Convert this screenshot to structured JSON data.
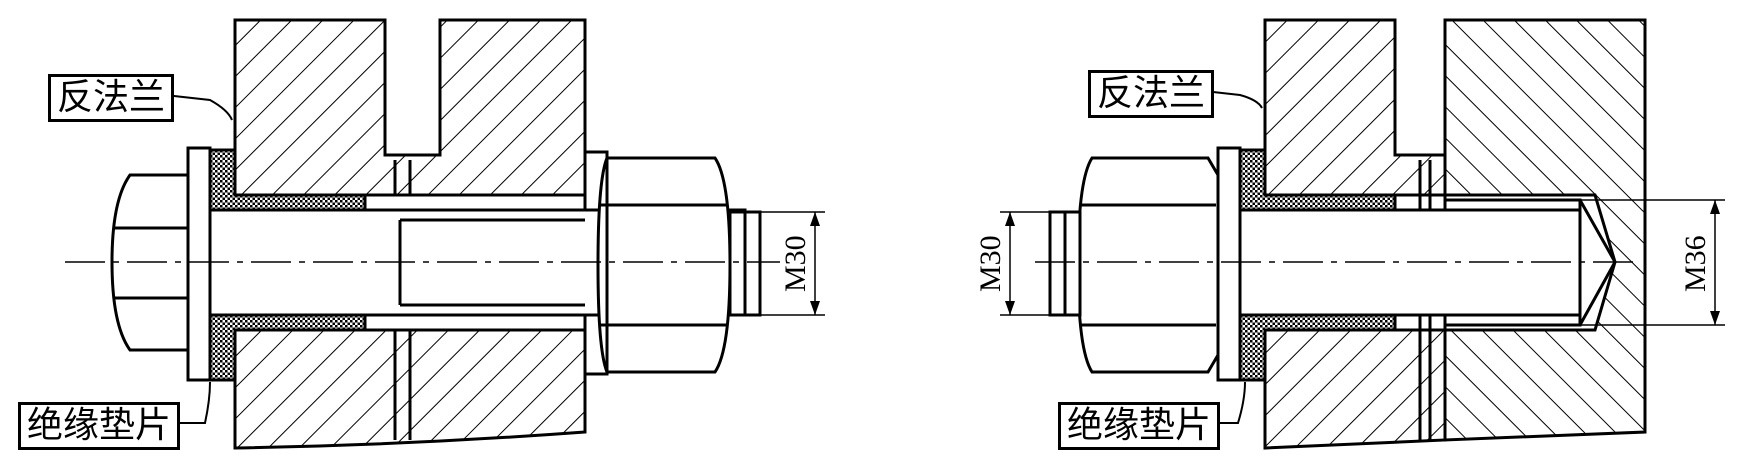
{
  "left_assembly": {
    "flange_label": "反法兰",
    "gasket_label": "绝缘垫片",
    "thread_dimension": "M30"
  },
  "right_assembly": {
    "flange_label": "反法兰",
    "gasket_label": "绝缘垫片",
    "bolt_thread_dimension": "M30",
    "hole_thread_dimension": "M36"
  },
  "colors": {
    "line": "#000000",
    "background": "#ffffff"
  }
}
